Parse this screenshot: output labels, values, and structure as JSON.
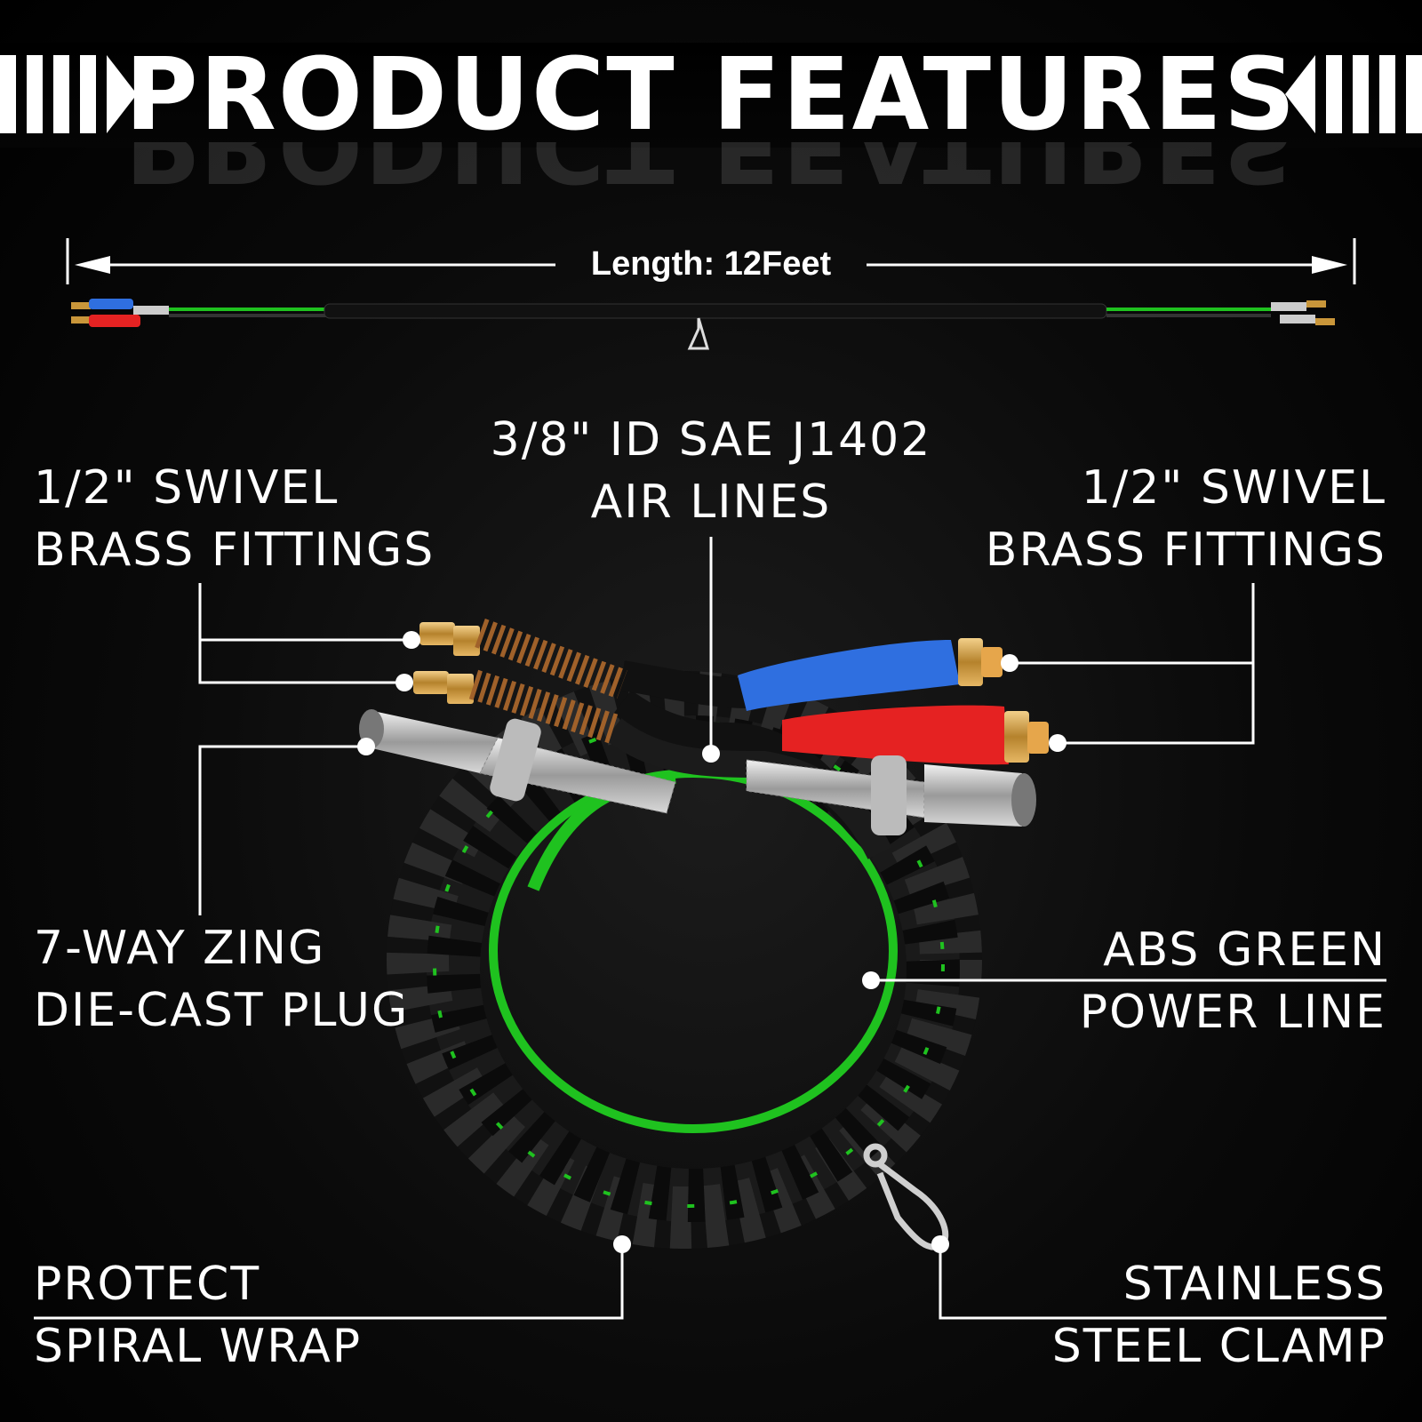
{
  "header": {
    "title": "PRODUCT FEATURES"
  },
  "dimension": {
    "label": "Length: 12Feet"
  },
  "callouts": {
    "swivel_left": {
      "line1": "1/2\" SWIVEL",
      "line2": "BRASS FITTINGS"
    },
    "air_lines": {
      "line1": "3/8\" ID SAE J1402",
      "line2": "AIR LINES"
    },
    "swivel_right": {
      "line1": "1/2\" SWIVEL",
      "line2": "BRASS FITTINGS"
    },
    "plug": {
      "line1": "7-WAY ZING",
      "line2": "DIE-CAST PLUG"
    },
    "power_line": {
      "line1": "ABS GREEN",
      "line2": "POWER LINE"
    },
    "spiral_wrap": {
      "line1": "PROTECT",
      "line2": "SPIRAL WRAP"
    },
    "clamp": {
      "line1": "STAINLESS",
      "line2": "STEEL CLAMP"
    }
  },
  "colors": {
    "accent_green": "#1fc21f",
    "handle_blue": "#2f6fe0",
    "handle_red": "#e52222",
    "brass": "#c9963a"
  }
}
